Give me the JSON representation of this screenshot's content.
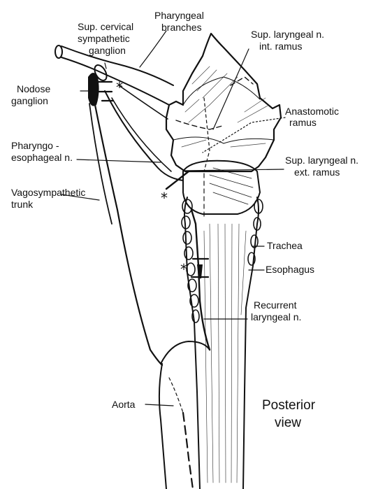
{
  "labels": {
    "sup_cervical_1": "Sup. cervical",
    "sup_cervical_2": "sympathetic",
    "sup_cervical_3": "ganglion",
    "pharyngeal_1": "Pharyngeal",
    "pharyngeal_2": "branches",
    "sup_laryngeal_int_1": "Sup. laryngeal n.",
    "sup_laryngeal_int_2": "int. ramus",
    "nodose_1": "Nodose",
    "nodose_2": "ganglion",
    "anastomotic_1": "Anastomotic",
    "anastomotic_2": "ramus",
    "pharyngo_1": "Pharyngo -",
    "pharyngo_2": "esophageal n.",
    "sup_laryngeal_ext_1": "Sup. laryngeal n.",
    "sup_laryngeal_ext_2": "ext. ramus",
    "vagosympathetic_1": "Vagosympathetic",
    "vagosympathetic_2": "trunk",
    "trachea": "Trachea",
    "esophagus": "Esophagus",
    "recurrent_1": "Recurrent",
    "recurrent_2": "laryngeal n.",
    "aorta": "Aorta",
    "view_1": "Posterior",
    "view_2": "view",
    "asterisk": "*"
  }
}
